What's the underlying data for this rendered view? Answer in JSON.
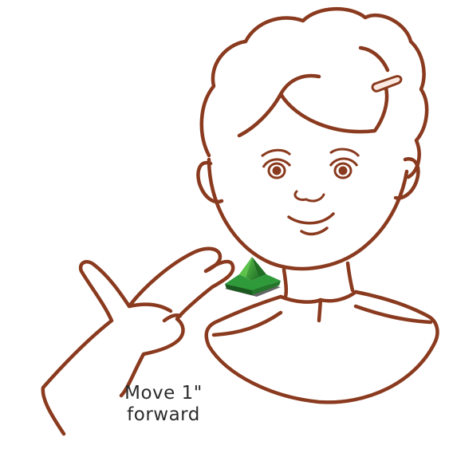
{
  "illustration": {
    "subject": "sign-language-illustration",
    "line_color": "#8a3a1e",
    "arrow": {
      "icon": "up-arrow-icon",
      "color": "#2e9a3a",
      "shadow_color": "#4a4a4a"
    }
  },
  "caption": {
    "line1": "Move 1\"",
    "line2": "forward"
  }
}
